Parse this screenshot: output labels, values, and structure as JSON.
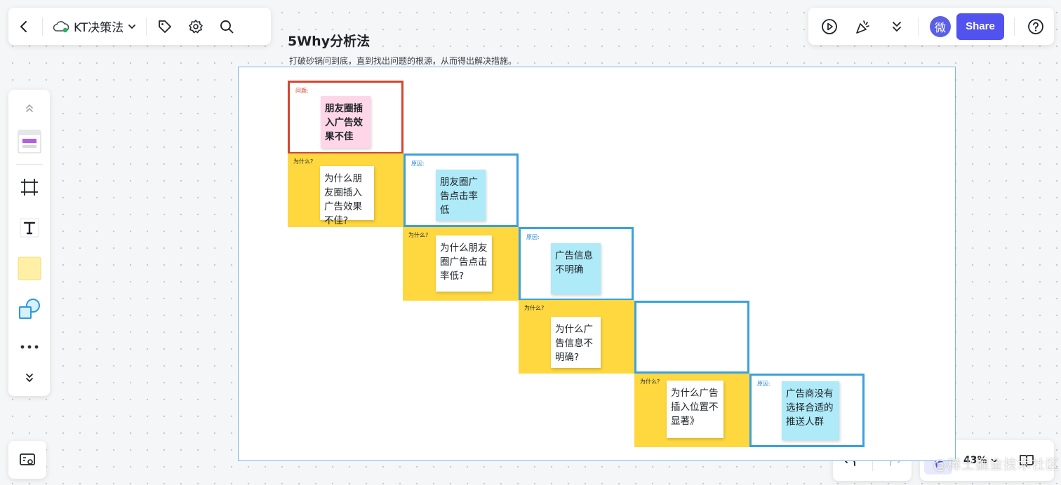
{
  "toolbar_top_left": {
    "doc_title": "KT决策法",
    "icons": [
      "back-icon",
      "cloud-icon",
      "chevron-down-icon",
      "tag-icon",
      "gear-icon",
      "search-icon"
    ]
  },
  "toolbar_top_right": {
    "avatar_label": "微",
    "share_label": "Share",
    "icons": [
      "play-icon",
      "celebrate-icon",
      "double-chevron-down-icon",
      "help-icon"
    ]
  },
  "left_toolbar": {
    "icons": [
      "collapse-up-icon",
      "template-icon",
      "frame-icon",
      "text-icon",
      "sticky-note-icon",
      "shape-icon",
      "more-icon",
      "expand-down-icon"
    ]
  },
  "board": {
    "title": "5Why分析法",
    "subtitle": "打破砂锅问到底，直到找出问题的根源，从而得出解决措施。",
    "problem": {
      "tag": "问题:",
      "note": "朋友圈插入广告效果不佳"
    },
    "steps": [
      {
        "why_tag": "为什么?",
        "why_note": "为什么朋友圈插入广告效果不佳?",
        "reason_tag": "原因:",
        "reason_note": "朋友圈广告点击率低"
      },
      {
        "why_tag": "为什么?",
        "why_note": "为什么朋友圈广告点击率低?",
        "reason_tag": "原因:",
        "reason_note": "广告信息不明确"
      },
      {
        "why_tag": "为什么?",
        "why_note": "为什么广告信息不明确?",
        "reason_tag": "",
        "reason_note": ""
      },
      {
        "why_tag": "为什么?",
        "why_note": "为什么广告插入位置不显著》",
        "reason_tag": "原因:",
        "reason_note": "广告商没有选择合适的推送人群"
      }
    ]
  },
  "zoom": {
    "level": "43%"
  },
  "watermark": "@稀土掘金技术社区",
  "colors": {
    "accent": "#5252ee",
    "yellow": "#fed83e",
    "problem_border": "#d6452f",
    "reason_border": "#3aa0e0",
    "pink": "#ffd6e7",
    "cyan": "#aeeaf7"
  }
}
